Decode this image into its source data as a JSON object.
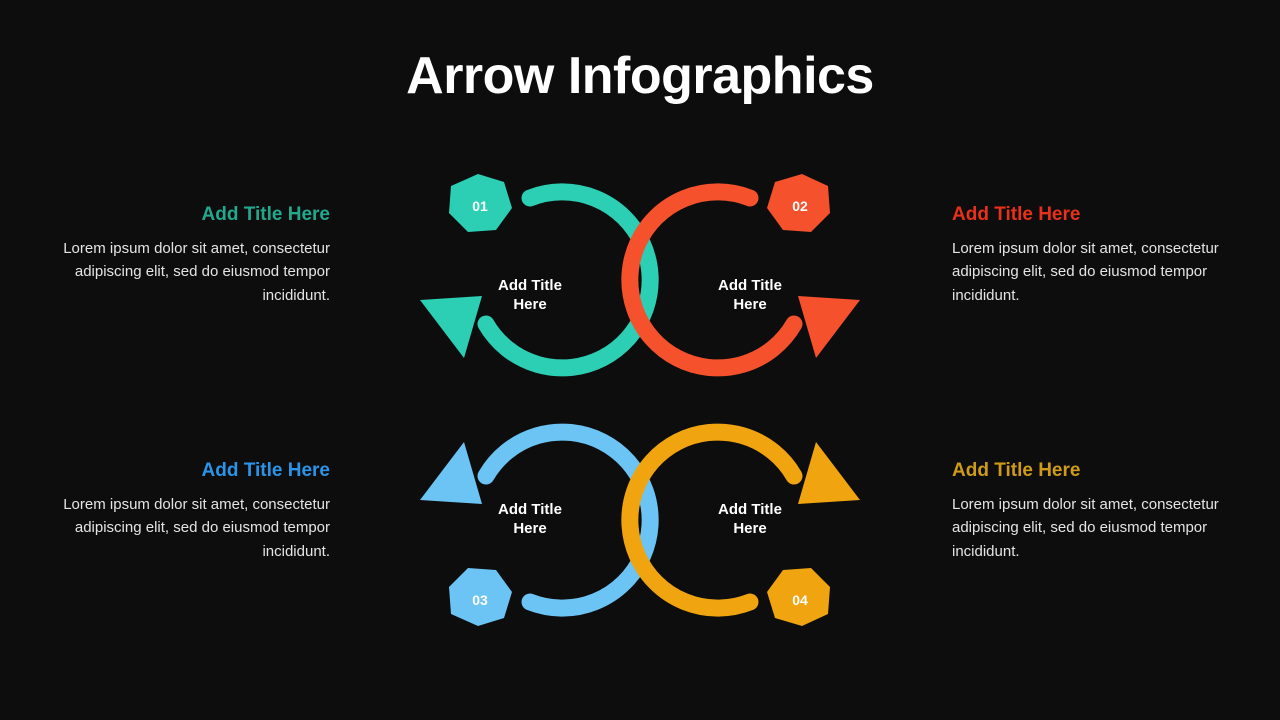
{
  "slide": {
    "background_color": "#0d0d0d",
    "title": "Arrow Infographics"
  },
  "palette": {
    "teal_arc": "#2ccfb4",
    "teal_title": "#22a88d",
    "red_arc": "#f4512c",
    "red_title": "#e8301a",
    "blue_arc": "#6cc4f5",
    "blue_title": "#2b93e8",
    "orange_arc": "#f0a410",
    "orange_title": "#ce9a18",
    "text_white": "#ffffff",
    "body_text": "#e4e4e4"
  },
  "body_text": "Lorem ipsum dolor sit amet, consectetur adipiscing elit, sed do eiusmod tempor incididunt.",
  "blocks": [
    {
      "id": "block-1",
      "title": "Add Title Here",
      "body": "Lorem ipsum dolor sit amet, consectetur adipiscing elit, sed do eiusmod tempor incididunt.",
      "color": "#22a88d",
      "side": "left",
      "number": "01"
    },
    {
      "id": "block-2",
      "title": "Add Title Here",
      "body": "Lorem ipsum dolor sit amet, consectetur adipiscing elit, sed do eiusmod tempor incididunt.",
      "color": "#e8301a",
      "side": "right",
      "number": "02"
    },
    {
      "id": "block-3",
      "title": "Add Title Here",
      "body": "Lorem ipsum dolor sit amet, consectetur adipiscing elit, sed do eiusmod tempor incididunt.",
      "color": "#2b93e8",
      "side": "left",
      "number": "03"
    },
    {
      "id": "block-4",
      "title": "Add Title Here",
      "body": "Lorem ipsum dolor sit amet, consectetur adipiscing elit, sed do eiusmod tempor incididunt.",
      "color": "#ce9a18",
      "side": "right",
      "number": "04"
    }
  ],
  "diagram": {
    "units": [
      {
        "id": "unit-01",
        "number": "01",
        "arc_color": "#2ccfb4",
        "center_label_line1": "Add Title",
        "center_label_line2": "Here",
        "direction": "clockwise",
        "quadrant": "top-left",
        "badge_position": "upper-left",
        "arrow_direction": "up-left"
      },
      {
        "id": "unit-02",
        "number": "02",
        "arc_color": "#f4512c",
        "center_label_line1": "Add Title",
        "center_label_line2": "Here",
        "direction": "counter-clockwise",
        "quadrant": "top-right",
        "badge_position": "upper-right",
        "arrow_direction": "up-right"
      },
      {
        "id": "unit-03",
        "number": "03",
        "arc_color": "#6cc4f5",
        "center_label_line1": "Add Title",
        "center_label_line2": "Here",
        "direction": "counter-clockwise",
        "quadrant": "bottom-left",
        "badge_position": "lower-left",
        "arrow_direction": "down-left"
      },
      {
        "id": "unit-04",
        "number": "04",
        "arc_color": "#f0a410",
        "center_label_line1": "Add Title",
        "center_label_line2": "Here",
        "direction": "clockwise",
        "quadrant": "bottom-right",
        "badge_position": "lower-right",
        "arrow_direction": "down-right"
      }
    ]
  }
}
